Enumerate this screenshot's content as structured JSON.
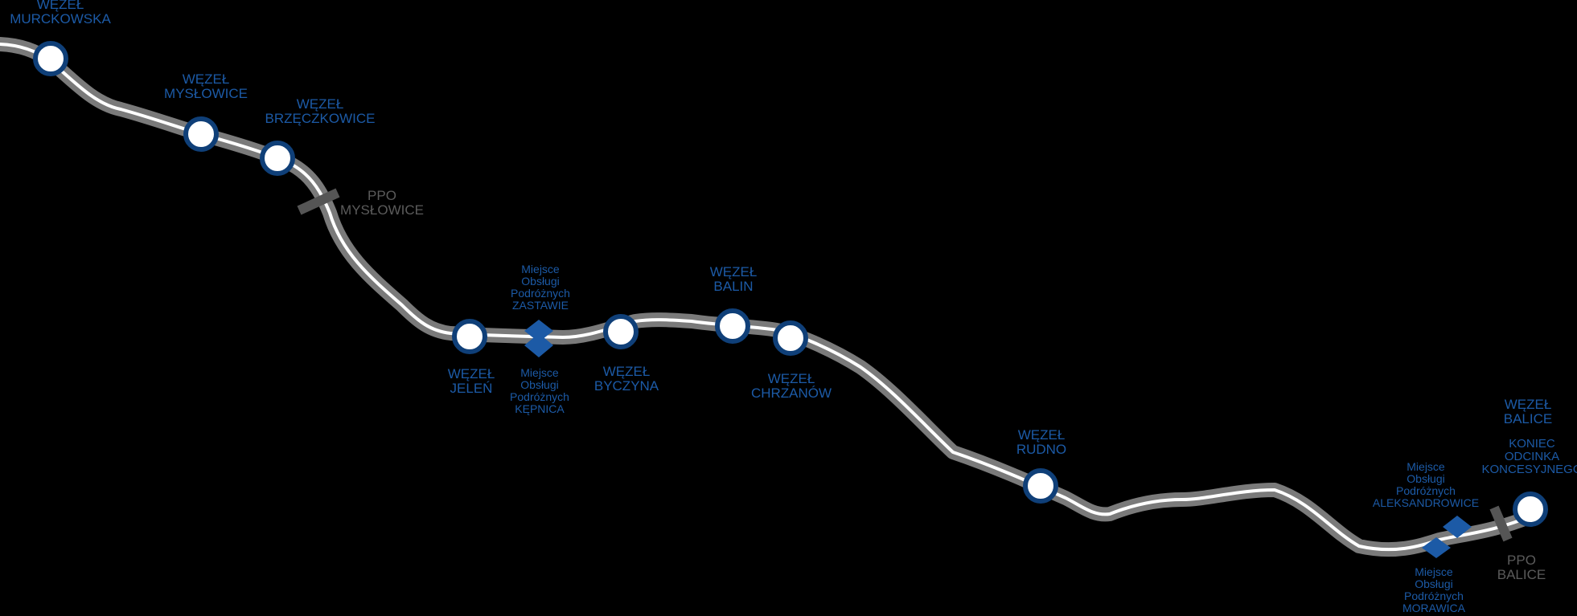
{
  "colors": {
    "background": "#000000",
    "node_label": "#1c5aa6",
    "node_ring": "#0f3f78",
    "ppo_label": "#5b5b5b",
    "road": "#7a7a7a",
    "road_center": "#ffffff"
  },
  "nodes": [
    {
      "id": "murckowska",
      "line1": "WĘZEŁ",
      "line2": "MURCKOWSKA"
    },
    {
      "id": "myslowice",
      "line1": "WĘZEŁ",
      "line2": "MYSŁOWICE"
    },
    {
      "id": "brzeczkowice",
      "line1": "WĘZEŁ",
      "line2": "BRZĘCZKOWICE"
    },
    {
      "id": "jelen",
      "line1": "WĘZEŁ",
      "line2": "JELEŃ"
    },
    {
      "id": "byczyna",
      "line1": "WĘZEŁ",
      "line2": "BYCZYNA"
    },
    {
      "id": "balin",
      "line1": "WĘZEŁ",
      "line2": "BALIN"
    },
    {
      "id": "chrzanow",
      "line1": "WĘZEŁ",
      "line2": "CHRZANÓW"
    },
    {
      "id": "rudno",
      "line1": "WĘZEŁ",
      "line2": "RUDNO"
    },
    {
      "id": "balice",
      "line1": "WĘZEŁ",
      "line2": "BALICE"
    }
  ],
  "end_note": {
    "line1": "KONIEC",
    "line2": "ODCINKA",
    "line3": "KONCESYJNEGO"
  },
  "ppo": [
    {
      "id": "myslowice",
      "line1": "PPO",
      "line2": "MYSŁOWICE"
    },
    {
      "id": "balice",
      "line1": "PPO",
      "line2": "BALICE"
    }
  ],
  "mop": [
    {
      "id": "zastawie",
      "line1": "Miejsce",
      "line2": "Obsługi",
      "line3": "Podróżnych",
      "line4": "ZASTAWIE"
    },
    {
      "id": "kepnica",
      "line1": "Miejsce",
      "line2": "Obsługi",
      "line3": "Podróżnych",
      "line4": "KĘPNICA"
    },
    {
      "id": "aleksandrowice",
      "line1": "Miejsce",
      "line2": "Obsługi",
      "line3": "Podróżnych",
      "line4": "ALEKSANDROWICE"
    },
    {
      "id": "morawica",
      "line1": "Miejsce",
      "line2": "Obsługi",
      "line3": "Podróżnych",
      "line4": "MORAWICA"
    }
  ]
}
